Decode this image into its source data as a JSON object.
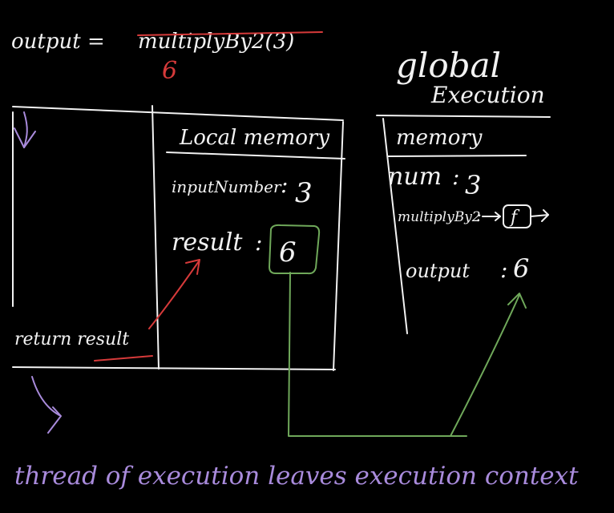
{
  "colors": {
    "background": "#000000",
    "ink": "#f2f2f2",
    "red": "#d63a3a",
    "purple": "#a98bdc",
    "green": "#6fa85a"
  },
  "top": {
    "output_label": "output =",
    "call": "multiplyBy2(3)",
    "call_value": "6"
  },
  "local_context": {
    "memory_title": "Local memory",
    "entries": [
      {
        "name": "inputNumber",
        "value": "3"
      },
      {
        "name": "result",
        "value": "6"
      }
    ],
    "return_statement": "return result"
  },
  "global_context": {
    "title_line1": "global",
    "title_line2": "Execution",
    "memory_title": "memory",
    "entries": [
      {
        "name": "num",
        "value": "3"
      },
      {
        "name": "multiplyBy2",
        "value": "f"
      },
      {
        "name": "output",
        "value": "6"
      }
    ]
  },
  "footer": {
    "caption": "thread of execution leaves execution context"
  }
}
